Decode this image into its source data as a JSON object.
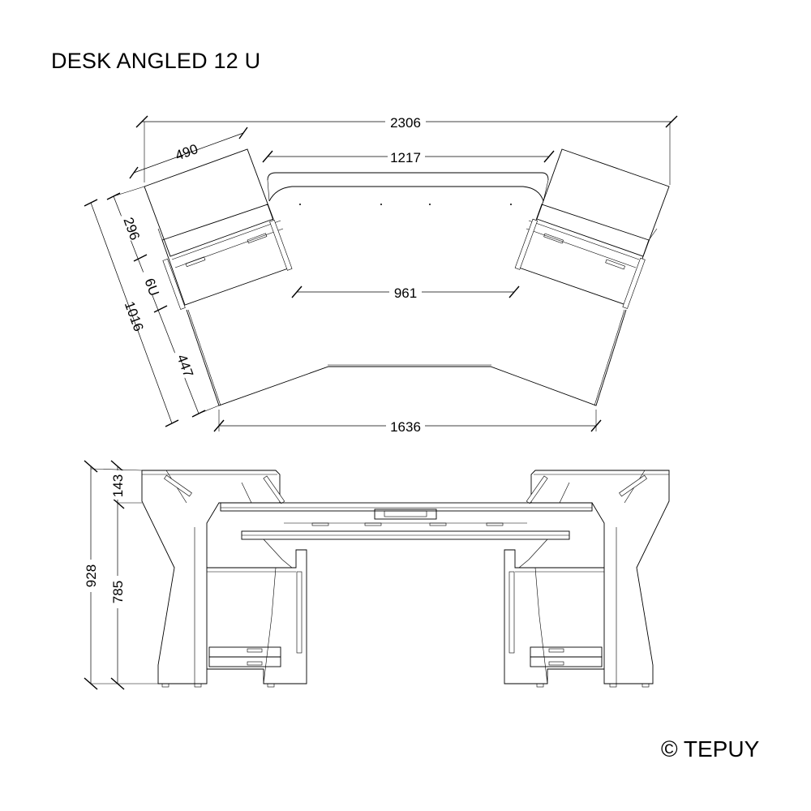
{
  "title": "DESK ANGLED 12 U",
  "copyright": "© TEPUY",
  "dimensions": {
    "overall_width": "2306",
    "wing_width": "490",
    "top_shelf_width": "1217",
    "inner_width": "961",
    "front_width": "1636",
    "depth": "1016",
    "wing_depth": "296",
    "rack_units": "6U",
    "front_depth": "447",
    "height_total": "928",
    "height_upper": "143",
    "height_desk": "785"
  }
}
